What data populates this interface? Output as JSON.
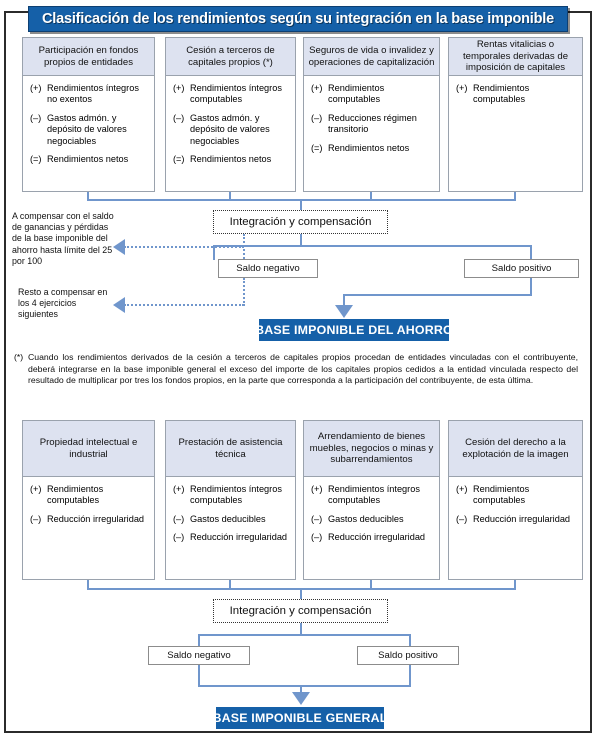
{
  "title": "Clasificación de los rendimientos según su integración en la base imponible",
  "savings_section": {
    "boxes": [
      {
        "header": "Participación en fondos propios de entidades",
        "rows": [
          {
            "sign": "(+)",
            "text": "Rendimientos íntegros no exentos"
          },
          {
            "sign": "(–)",
            "text": "Gastos admón. y depósito de valores negociables"
          },
          {
            "sign": "(=)",
            "text": "Rendimientos netos"
          }
        ]
      },
      {
        "header": "Cesión a terceros de capitales propios (*)",
        "rows": [
          {
            "sign": "(+)",
            "text": "Rendimientos íntegros computables"
          },
          {
            "sign": "(–)",
            "text": "Gastos admón. y depósito de valores negociables"
          },
          {
            "sign": "(=)",
            "text": "Rendimientos netos"
          }
        ]
      },
      {
        "header": "Seguros de vida o invalidez y operaciones de capitalización",
        "rows": [
          {
            "sign": "(+)",
            "text": "Rendimientos computables"
          },
          {
            "sign": "(–)",
            "text": "Reducciones régimen transitorio"
          },
          {
            "sign": "(=)",
            "text": "Rendimientos netos"
          }
        ]
      },
      {
        "header": "Rentas vitalicias o temporales derivadas de imposición de capitales",
        "rows": [
          {
            "sign": "(+)",
            "text": "Rendimientos computables"
          }
        ]
      }
    ],
    "integration_label": "Integración y compensación",
    "negative_label": "Saldo negativo",
    "positive_label": "Saldo positivo",
    "result_label": "BASE IMPONIBLE DEL AHORRO",
    "note_1": "A compensar con el saldo de ganancias y pérdidas de la base imponible del ahorro hasta límite del 25 por 100",
    "note_2": "Resto a compensar en los 4 ejercicios siguientes"
  },
  "footnote": {
    "mark": "(*)",
    "text": "Cuando los rendimientos derivados de la cesión a terceros de capitales propios procedan de entidades vinculadas con el contribuyente, deberá integrarse en la base imponible general el exceso del importe de los capitales propios cedidos a la entidad vinculada respecto del resultado de multiplicar por tres los fondos propios, en la parte que corresponda a la participación del contribuyente, de esta última."
  },
  "general_section": {
    "boxes": [
      {
        "header": "Propiedad intelectual e industrial",
        "rows": [
          {
            "sign": "(+)",
            "text": "Rendimientos computables"
          },
          {
            "sign": "(–)",
            "text": "Reducción irregularidad"
          }
        ]
      },
      {
        "header": "Prestación de asistencia técnica",
        "rows": [
          {
            "sign": "(+)",
            "text": "Rendimientos íntegros computables"
          },
          {
            "sign": "(–)",
            "text": "Gastos deducibles"
          },
          {
            "sign": "(–)",
            "text": "Reducción irregularidad"
          }
        ]
      },
      {
        "header": "Arrendamiento de bienes muebles, negocios o minas y subarrendamientos",
        "rows": [
          {
            "sign": "(+)",
            "text": "Rendimientos íntegros computables"
          },
          {
            "sign": "(–)",
            "text": "Gastos deducibles"
          },
          {
            "sign": "(–)",
            "text": "Reducción irregularidad"
          }
        ]
      },
      {
        "header": "Cesión del derecho a la explotación de la imagen",
        "rows": [
          {
            "sign": "(+)",
            "text": "Rendimientos computables"
          },
          {
            "sign": "(–)",
            "text": "Reducción irregularidad"
          }
        ]
      }
    ],
    "integration_label": "Integración y compensación",
    "negative_label": "Saldo negativo",
    "positive_label": "Saldo positivo",
    "result_label": "BASE IMPONIBLE GENERAL"
  },
  "colors": {
    "banner_blue": "#1560a8",
    "connector_blue": "#7096cc",
    "box_header_bg": "#dde2f0",
    "box_border": "#9aa2ad"
  }
}
